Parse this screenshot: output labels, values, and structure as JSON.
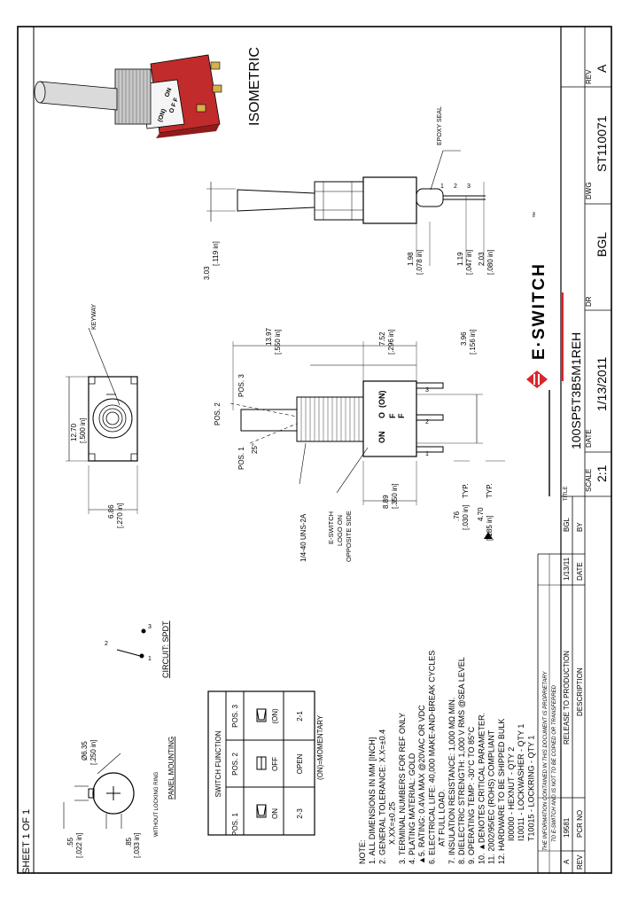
{
  "sheet_label": "SHEET 1 OF 1",
  "rev_label": "REV",
  "rev_value": "A",
  "dwg_label": "DWG",
  "dwg_value": "ST110071",
  "dr_label": "DR",
  "dr_value": "BGL",
  "date_label": "DATE",
  "date_value": "1/13/2011",
  "scale_label": "SCALE",
  "scale_value": "2:1",
  "title_label": "TITLE",
  "title_value": "100SP5T3B5M1REH",
  "brand": "E·SWITCH",
  "brand_tm": "™",
  "isometric_label": "ISOMETRIC",
  "revision_table": {
    "headers": [
      "REV",
      "PCR NO",
      "DESCRIPTION",
      "DATE",
      "BY"
    ],
    "row": [
      "A",
      "19581",
      "RELEASE TO PRODUCTION",
      "1/13/11",
      "BGL"
    ]
  },
  "proprietary_1": "THE INFORMATION CONTAINED IN THIS DOCUMENT IS PROPRIETARY",
  "proprietary_2": "TO E-SWITCH AND IS NOT TO BE COPIED OR TRANSFERRED",
  "notes": [
    "NOTE:",
    "1. ALL DIMENSIONS IN MM [INCH]",
    "2. GENERAL TOLERANCE: X.X=±0.4",
    "X.XX=±0.25",
    "3. TERMINAL NUMBERS FOR REF ONLY",
    "4. PLATING MATERIAL: GOLD",
    "▲5. RATING: 0.4VA MAX @20VAC OR VDC",
    "6. ELECTRICAL LIFE: 40,000 MAKE-AND-BREAK CYCLES",
    "AT FULL LOAD.",
    "7. INSULATION RESISTANCE: 1,000 MΩ MIN.",
    "8. DIELECTRIC STRENGTH: 1,000 V RMS @SEA LEVEL",
    "9. OPERATING TEMP: -30°C TO 85°C",
    "10. ▲DENOTES CRITICAL PARAMETER.",
    "11. 2002/95/EC (ROHS) COMPLIANT",
    "12. HARDWARE TO BE SHIPPED BULK",
    "I00000 - HEXNUT - QTY 2",
    "I10011 - LOCKWASHER - QTY 1",
    "T10015 - LOCKRING - QTY 1"
  ],
  "switch_function": {
    "title": "SWITCH FUNCTION",
    "headers": [
      "POS. 1",
      "POS. 2",
      "POS. 3"
    ],
    "row_state": [
      "ON",
      "OFF",
      "(ON)"
    ],
    "row_conn": [
      "2-3",
      "OPEN",
      "2-1"
    ]
  },
  "momentary": "(ON)=MOMENTARY",
  "circuit_label": "CIRCUIT: SPDT",
  "circuit_terminals": [
    "2",
    "3",
    "1"
  ],
  "panel_mounting": "PANEL MOUNTING",
  "without_locking_ring": "WITHOUT LOCKING RING",
  "panel_dims": {
    "dia_mm": "Ø6.35",
    "dia_in": "[.250 in]",
    "a_mm": ".55",
    "a_in": "[.022 in]",
    "b_mm": ".85",
    "b_in": "[.033 in]"
  },
  "front_view": {
    "keyway": "KEYWAY",
    "w_mm": "12.70",
    "w_in": "[.500 in]",
    "h_mm": "6.86",
    "h_in": "[.270 in]"
  },
  "side_view": {
    "pos1": "POS. 1",
    "pos2": "POS. 2",
    "pos3": "POS. 3",
    "angle": "25°",
    "thread": "1/4-40 UNS-2A",
    "logo_1": "E-SWITCH",
    "logo_2": "LOGO ON",
    "logo_3": "OPPOSITE SIDE",
    "d1_mm": "13.97",
    "d1_in": "[.550 in]",
    "d2_mm": "7.52",
    "d2_in": "[.296 in]",
    "d3_mm": "3.96",
    "d3_in": "[.156 in]",
    "d4_mm": "8.89",
    "d4_in": "[.350 in]",
    "d5_mm": ".76",
    "d5_in": "[.030 in]",
    "d5_typ": "TYP.",
    "d6_mm": "4.70",
    "d6_in": "[.185 in]",
    "d6_typ": "TYP.",
    "term_nums": [
      "1",
      "2",
      "3"
    ],
    "marking": [
      "ON",
      "O",
      "F",
      "F",
      "(ON)"
    ]
  },
  "top_view": {
    "epoxy": "EPOXY SEAL",
    "dia_mm": "3.03",
    "dia_in": "[.119 in]",
    "d1_mm": "1.98",
    "d1_in": "[.078 in]",
    "d2_mm": "1.19",
    "d2_in": "[.047 in]",
    "d3_mm": "2.03",
    "d3_in": "[.080 in]",
    "term_nums": [
      "1",
      "2",
      "3"
    ]
  },
  "iso_marking": [
    "ON",
    "O F F",
    "(ON)"
  ],
  "colors": {
    "line": "#000000",
    "switch_red": "#c22b2b",
    "brand_red": "#d9262c",
    "metal": "#c9c9c9"
  }
}
